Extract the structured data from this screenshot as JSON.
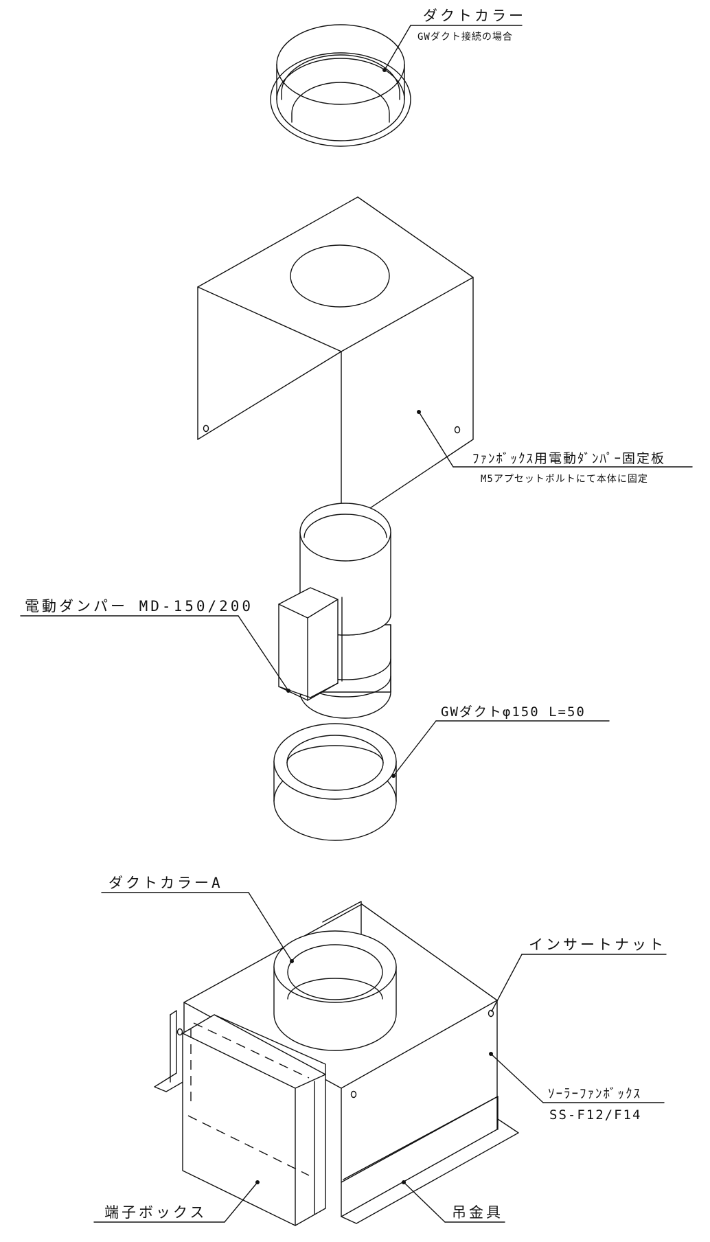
{
  "labels": {
    "duct_collar": "ダクトカラー",
    "duct_collar_note": "GWダクト接続の場合",
    "fixing_plate": "ﾌｧﾝﾎﾞｯｸｽ用電動ﾀﾞﾝﾊﾟｰ固定板",
    "fixing_plate_note": "M5アプセットボルトにて本体に固定",
    "damper": "電動ダンパー MD-150/200",
    "gw_duct": "GWダクトφ150 L=50",
    "duct_collar_a": "ダクトカラーA",
    "insert_nut": "インサートナット",
    "fan_box": "ｿｰﾗｰﾌｧﾝﾎﾞｯｸｽ",
    "fan_box_model": "SS-F12/F14",
    "terminal_box": "端子ボックス",
    "hanger": "吊金具"
  }
}
